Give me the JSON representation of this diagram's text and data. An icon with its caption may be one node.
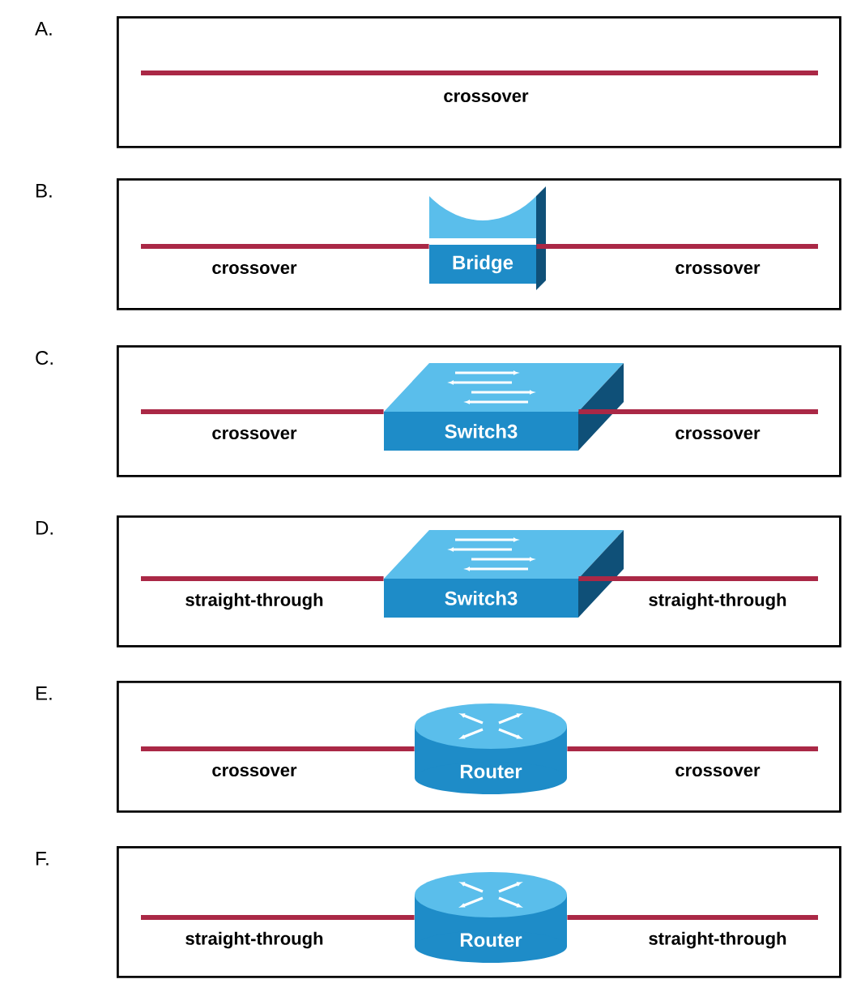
{
  "diagram": {
    "nodes": [
      {
        "text": [
          "A."
        ]
      },
      {
        "text": [
          "B."
        ]
      },
      {
        "text": [
          "Bridge"
        ],
        "in": 1
      },
      {
        "text": [
          "C."
        ]
      },
      {
        "text": [
          "Switch3"
        ],
        "in": 3
      },
      {
        "text": [
          "D."
        ]
      },
      {
        "text": [
          "Switch3"
        ],
        "in": 5
      },
      {
        "text": [
          "E."
        ]
      },
      {
        "text": [
          "Router"
        ],
        "in": 7
      },
      {
        "text": [
          "F."
        ]
      },
      {
        "text": [
          "Router"
        ],
        "in": 9
      }
    ],
    "edges": [
      {
        "from": null,
        "to": 2,
        "arrow": "none",
        "label": "crossover"
      },
      {
        "from": 2,
        "to": null,
        "arrow": "none",
        "label": "crossover"
      },
      {
        "from": null,
        "to": 4,
        "arrow": "none",
        "label": "crossover"
      },
      {
        "from": 4,
        "to": null,
        "arrow": "none",
        "label": "crossover"
      },
      {
        "from": null,
        "to": 6,
        "arrow": "none",
        "label": "straight-through"
      },
      {
        "from": 6,
        "to": null,
        "arrow": "none",
        "label": "straight-through"
      },
      {
        "from": null,
        "to": 8,
        "arrow": "none",
        "label": "crossover"
      },
      {
        "from": 8,
        "to": null,
        "arrow": "none",
        "label": "crossover"
      },
      {
        "from": null,
        "to": 10,
        "arrow": "none",
        "label": "straight-through"
      },
      {
        "from": 10,
        "to": null,
        "arrow": "none",
        "label": "straight-through"
      }
    ],
    "labels": [
      "crossover"
    ]
  }
}
